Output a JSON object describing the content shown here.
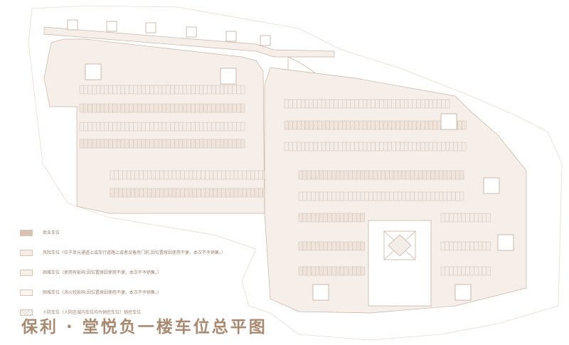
{
  "title": "保利 · 堂悦负一楼车位总平图",
  "legend": [
    {
      "label": "商业车位",
      "swatch": "solid"
    },
    {
      "label": "风险车位（位于单元通道上或车行道路上或者设备房门前,因位置原因使用不便，本次不予销售。）",
      "swatch": "light"
    },
    {
      "label": "困难车位（使用有影响,因位置原因使用不便，本次不予销售。）",
      "swatch": "light2"
    },
    {
      "label": "困难车位（消火栓影响,因位置原因使用不便，本次不予销售。）",
      "swatch": "light3"
    },
    {
      "label": "人防车位（人防区域内车位均为销控车位）销控车位",
      "swatch": "hatch"
    }
  ],
  "colors": {
    "line": "#c9b3a2",
    "stall": "#efe5dd",
    "commercial": "#d8c3b2",
    "title": "#a98a70",
    "background": "#ffffff"
  }
}
